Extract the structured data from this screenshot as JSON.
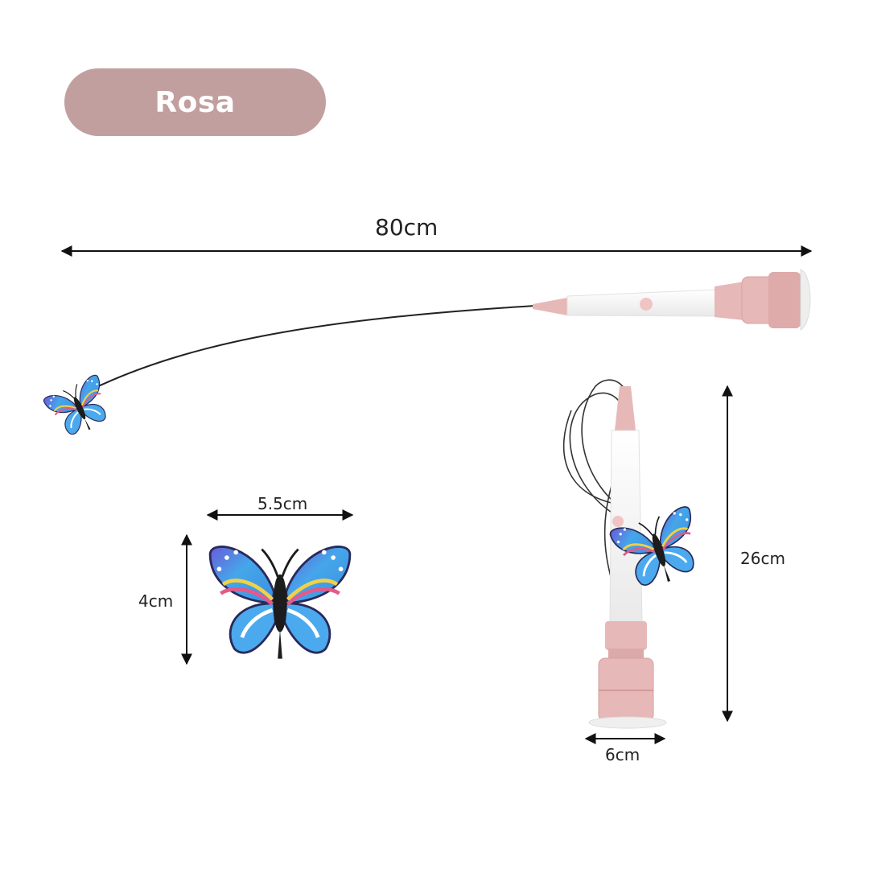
{
  "variant": {
    "label": "Rosa"
  },
  "dimensions": {
    "total_length": "80cm",
    "butterfly_width": "5.5cm",
    "butterfly_height": "4cm",
    "device_height": "26cm",
    "base_width": "6cm"
  },
  "colors": {
    "pill": "#c29f9f",
    "device_pink": "#e6b8b8",
    "device_white": "#f4f4f4",
    "butterfly_blue": "#45a6ea",
    "butterfly_purple": "#6a5bd8"
  }
}
